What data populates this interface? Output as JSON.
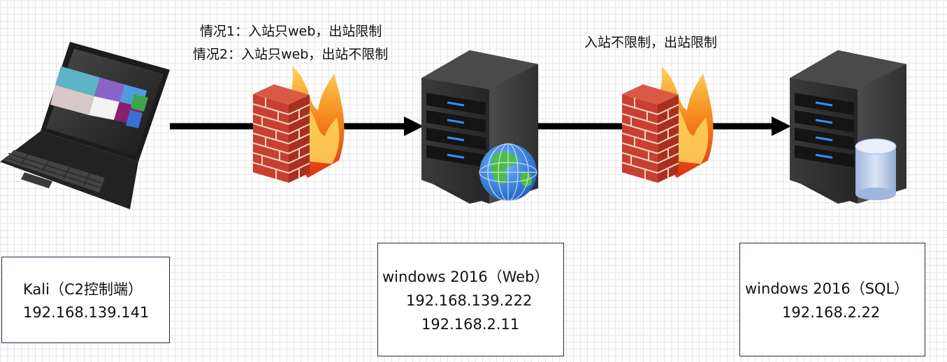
{
  "labels": {
    "case1": "情况1：入站只web，出站限制",
    "case2": "情况2：入站只web，出站不限制",
    "inner_rule": "入站不限制，出站限制"
  },
  "nodes": {
    "kali": {
      "name": "Kali（C2控制端）",
      "ip": "192.168.139.141"
    },
    "web": {
      "name": "windows 2016（Web）",
      "ip1": "192.168.139.222",
      "ip2": "192.168.2.11"
    },
    "sql": {
      "name": "windows 2016（SQL）",
      "ip": "192.168.2.22"
    }
  },
  "icons": {
    "attacker": "laptop-icon",
    "firewall_outer": "firewall-icon",
    "web_server": "server-icon",
    "firewall_inner": "firewall-icon",
    "sql_server": "server-icon"
  },
  "colors": {
    "arrow": "#000000",
    "box_border": "#1f2a44",
    "brick": "#c84030",
    "flame": "#f08020"
  }
}
